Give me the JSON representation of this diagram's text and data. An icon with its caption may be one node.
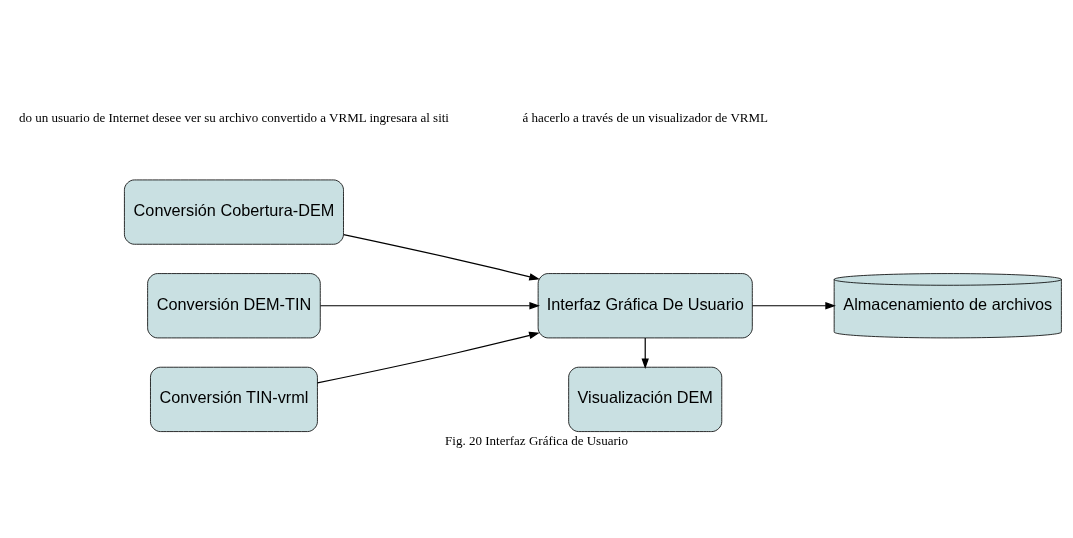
{
  "diagram": {
    "caption": "Fig. 20 Interfaz Gráfica de Usuario",
    "nodes": [
      {
        "text": [
          "Conversión Cobertura-DEM"
        ]
      },
      {
        "text": [
          "Conversión DEM-TIN"
        ]
      },
      {
        "text": [
          "Conversión TIN-vrml"
        ]
      },
      {
        "text": [
          "Visualización DEM"
        ]
      },
      {
        "text": [
          "Interfaz Gráfica De Usuario"
        ]
      },
      {
        "text": [
          "Almacenamiento de archivos"
        ]
      }
    ],
    "edges": [
      {
        "from": 0,
        "to": 4,
        "arrow": "to"
      },
      {
        "from": 1,
        "to": 4,
        "arrow": "to"
      },
      {
        "from": 2,
        "to": 4,
        "arrow": "to"
      },
      {
        "from": 4,
        "to": 3,
        "arrow": "to"
      },
      {
        "from": 4,
        "to": 5,
        "arrow": "to"
      }
    ],
    "labels": [
      "do un usuario de Internet desee ver su archivo convertido a VRML ingresara al siti",
      "á hacerlo a través de un visualizador de VRML"
    ]
  }
}
